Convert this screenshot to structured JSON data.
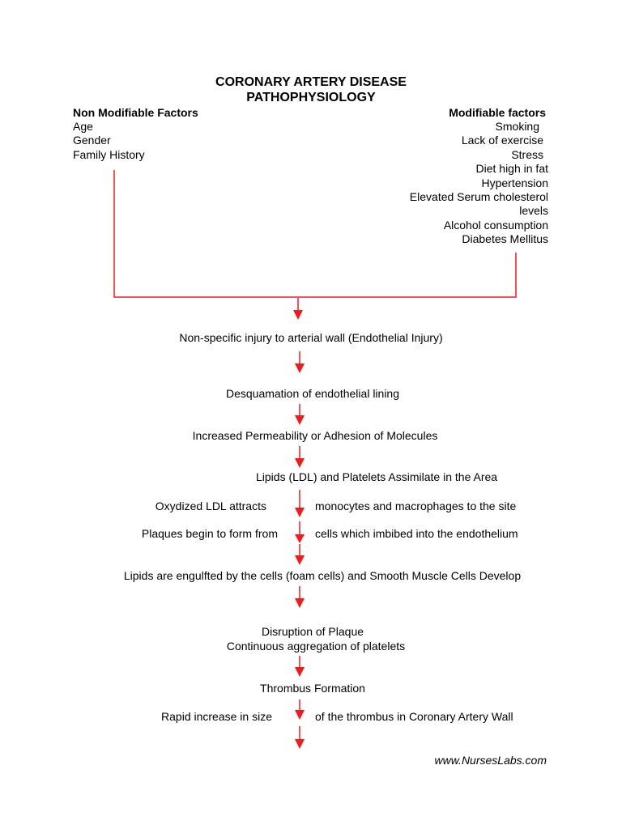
{
  "title_line1": "CORONARY ARTERY DISEASE",
  "title_line2": "PATHOPHYSIOLOGY",
  "non_modifiable": {
    "heading": "Non Modifiable Factors",
    "items": [
      "Age",
      "Gender",
      "Family History"
    ]
  },
  "modifiable": {
    "heading": "Modifiable factors",
    "items": [
      "Smoking",
      "Lack of exercise",
      "Stress",
      "Diet high in fat",
      "Hypertension",
      "Elevated Serum cholesterol",
      "levels",
      "Alcohol consumption",
      "Diabetes Mellitus"
    ]
  },
  "steps": {
    "injury": "Non-specific injury to arterial wall (Endothelial Injury)",
    "desquamation": "Desquamation of endothelial lining",
    "permeability": "Increased Permeability or Adhesion of Molecules",
    "lipids_assimilate": "Lipids (LDL) and Platelets Assimilate in the Area",
    "oxidized_left": "Oxydized LDL attracts",
    "oxidized_right": "monocytes and macrophages to the site",
    "plaques_left": "Plaques begin to form from",
    "plaques_right": "cells which imbibed into the endothelium",
    "foam_cells": "Lipids are engulfted by the cells (foam cells) and Smooth Muscle Cells Develop",
    "disruption_line1": "Disruption of Plaque",
    "disruption_line2": "Continuous aggregation of platelets",
    "thrombus": "Thrombus Formation",
    "rapid_left": "Rapid increase in size",
    "rapid_right": "of the thrombus in Coronary Artery Wall"
  },
  "footer": "www.NursesLabs.com",
  "colors": {
    "arrow": "#ee1c1c",
    "text": "#000000",
    "background": "#ffffff"
  }
}
